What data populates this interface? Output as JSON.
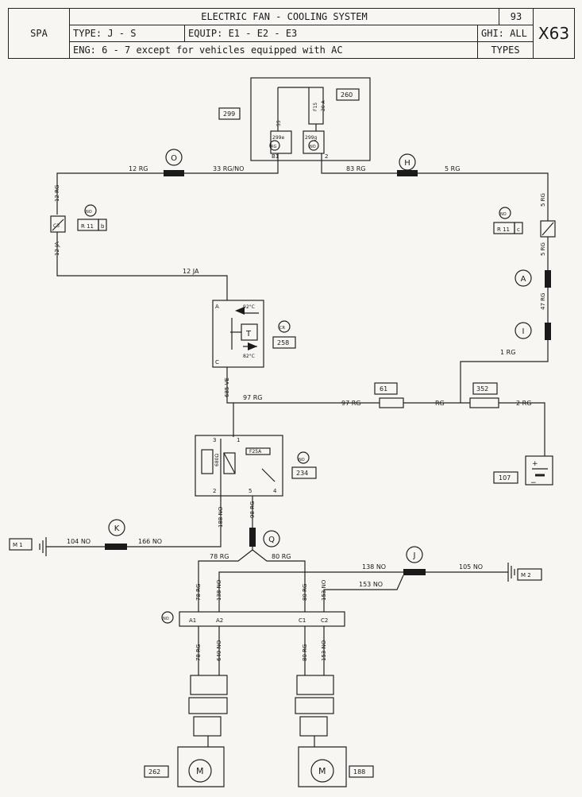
{
  "header": {
    "spa": "SPA",
    "title": "ELECTRIC FAN - COOLING SYSTEM",
    "page_no": "93",
    "code": "X63",
    "type": "TYPE: J - S",
    "equip": "EQUIP: E1 - E2 - E3",
    "ghi": "GHI: ALL",
    "eng": "ENG:  6 - 7 except for vehicles equipped with AC",
    "types": "TYPES"
  },
  "components": {
    "c299": "299",
    "c260": "260",
    "c299e": "299e",
    "c299g": "299g",
    "rg": "RG",
    "no": "NO",
    "b1": "B1",
    "pin2": "2",
    "f15": "F15",
    "a20": "20 A",
    "wire55": "55",
    "c258": "258",
    "cr": "CR",
    "pinA": "A",
    "pinC": "C",
    "t": "T",
    "t92_top": "92°C",
    "t82": "82°C",
    "c234": "234",
    "relay_fuse": "F25A",
    "ohm": "680Ω",
    "p3": "3",
    "p1": "1",
    "p5": "5",
    "p4": "4",
    "p2": "2",
    "c61": "61",
    "c352": "352",
    "c107": "107",
    "plus": "+",
    "minus": "−",
    "r11b": "R 11",
    "b": "b",
    "r11c": "R 11",
    "c": "c",
    "c3": "C3",
    "m1": "M 1",
    "m2": "M 2",
    "a1": "A1",
    "a2": "A2",
    "c1": "C1",
    "c2": "C2",
    "c262": "262",
    "c188": "188",
    "motor": "M"
  },
  "connectors": {
    "o": "O",
    "h": "H",
    "a": "A",
    "i": "I",
    "k": "K",
    "q": "Q",
    "j": "J"
  },
  "wires": {
    "w12rg": "12 RG",
    "w33": "33 RG/NO",
    "w83": "83 RG",
    "w5rg_a": "5 RG",
    "w12rg_v": "12 RG",
    "w12ja_v": "12 JA",
    "w12ja_h": "12 JA",
    "w5rg_b": "5 RG",
    "w5rg_c": "5 RG",
    "w47": "47 RG",
    "w1rg": "1 RG",
    "w685": "685 VE",
    "w97a": "97 RG",
    "w97b": "97 RG",
    "wrg": "RG",
    "w2rg": "2 RG",
    "w188": "188 NO",
    "w98": "98 RG",
    "w104": "104 NO",
    "w166": "166 NO",
    "w78a": "78 RG",
    "w80a": "80 RG",
    "w138a": "138 NO",
    "w105": "105 NO",
    "w153a": "153 NO",
    "w78b": "78 RG",
    "w138b": "138 NO",
    "w80b": "80 RG",
    "w153b": "153 NO",
    "w78c": "78 RG",
    "w640": "640 NO",
    "w80c": "80 RG",
    "w153c": "153 NO"
  }
}
